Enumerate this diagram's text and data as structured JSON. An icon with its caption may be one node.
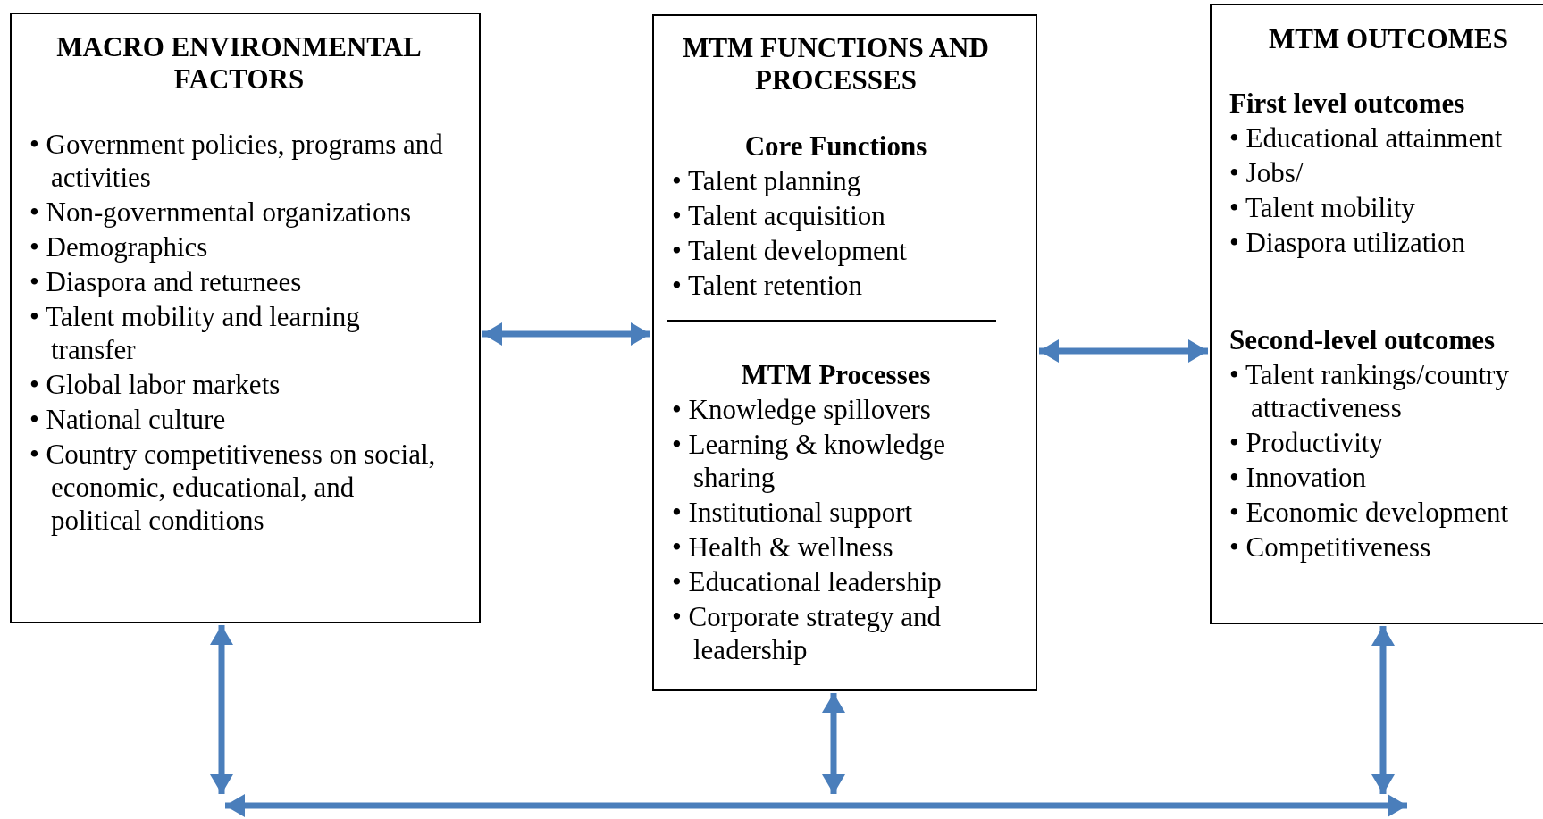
{
  "diagram": {
    "nodes": [
      {
        "text": [
          "MACRO ENVIRONMENTAL FACTORS",
          "• Government policies, programs and activities",
          "• Non-governmental organizations",
          "• Demographics",
          "• Diaspora and returnees",
          "• Talent mobility and learning transfer",
          "• Global labor markets",
          "• National culture",
          "• Country competitiveness on social, economic, educational, and political conditions"
        ]
      },
      {
        "text": [
          "MTM FUNCTIONS AND PROCESSES",
          "Core Functions",
          "• Talent planning",
          "• Talent acquisition",
          "• Talent development",
          "• Talent retention",
          "MTM Processes",
          "• Knowledge spillovers",
          "• Learning & knowledge sharing",
          "• Institutional support",
          "• Health & wellness",
          "• Educational leadership",
          "• Corporate strategy and leadership"
        ]
      },
      {
        "text": [
          "MTM OUTCOMES",
          "First level outcomes",
          "• Educational attainment",
          "• Jobs/",
          "• Talent mobility",
          "• Diaspora utilization",
          "Second-level outcomes",
          "• Talent rankings/country attractiveness",
          "• Productivity",
          "• Innovation",
          "• Economic development",
          "• Competitiveness"
        ]
      },
      {
        "text": [],
        "shape": "bar"
      }
    ],
    "edges": [
      {
        "from": 0,
        "to": 1,
        "arrow": "both"
      },
      {
        "from": 1,
        "to": 2,
        "arrow": "both"
      },
      {
        "from": 0,
        "to": 3,
        "arrow": "both"
      },
      {
        "from": 1,
        "to": 3,
        "arrow": "both"
      },
      {
        "from": 2,
        "to": 3,
        "arrow": "both"
      }
    ]
  }
}
